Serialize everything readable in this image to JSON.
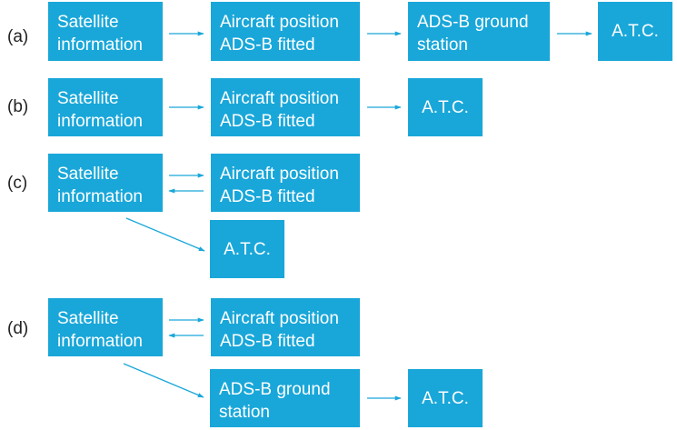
{
  "colors": {
    "box_fill": "#19a7d9",
    "box_text": "#ffffff",
    "arrow": "#19a7d9",
    "label_text": "#222222"
  },
  "rows": {
    "a": {
      "label": "(a)",
      "satellite": [
        "Satellite",
        "information"
      ],
      "aircraft": [
        "Aircraft position",
        "ADS-B fitted"
      ],
      "ground": [
        "ADS-B ground",
        "station"
      ],
      "atc": "A.T.C."
    },
    "b": {
      "label": "(b)",
      "satellite": [
        "Satellite",
        "information"
      ],
      "aircraft": [
        "Aircraft position",
        "ADS-B fitted"
      ],
      "atc": "A.T.C."
    },
    "c": {
      "label": "(c)",
      "satellite": [
        "Satellite",
        "information"
      ],
      "aircraft": [
        "Aircraft position",
        "ADS-B fitted"
      ],
      "atc": "A.T.C."
    },
    "d": {
      "label": "(d)",
      "satellite": [
        "Satellite",
        "information"
      ],
      "aircraft": [
        "Aircraft position",
        "ADS-B fitted"
      ],
      "ground": [
        "ADS-B ground",
        "station"
      ],
      "atc": "A.T.C."
    }
  },
  "connections": [
    {
      "from": "a.satellite",
      "to": "a.aircraft",
      "direction": "forward"
    },
    {
      "from": "a.aircraft",
      "to": "a.ground",
      "direction": "forward"
    },
    {
      "from": "a.ground",
      "to": "a.atc",
      "direction": "forward"
    },
    {
      "from": "b.satellite",
      "to": "b.aircraft",
      "direction": "forward"
    },
    {
      "from": "b.aircraft",
      "to": "b.atc",
      "direction": "forward"
    },
    {
      "from": "c.satellite",
      "to": "c.aircraft",
      "direction": "bidirectional"
    },
    {
      "from": "c.satellite",
      "to": "c.atc",
      "direction": "forward"
    },
    {
      "from": "d.satellite",
      "to": "d.aircraft",
      "direction": "bidirectional"
    },
    {
      "from": "d.satellite",
      "to": "d.ground",
      "direction": "forward"
    },
    {
      "from": "d.ground",
      "to": "d.atc",
      "direction": "forward"
    }
  ]
}
